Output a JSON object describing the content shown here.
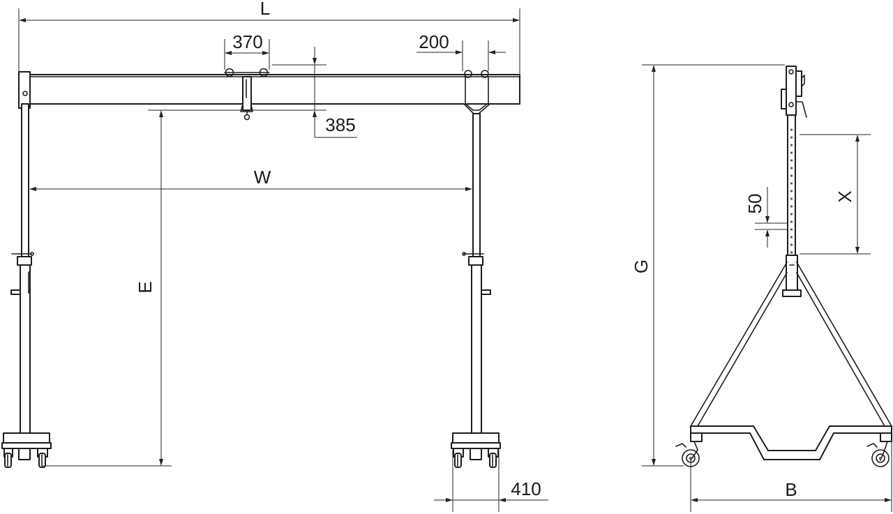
{
  "dimensions": {
    "overall_length": "L",
    "trolley_width": "370",
    "end_offset": "200",
    "beam_depth": "385",
    "span_width": "W",
    "lift_height": "E",
    "base_width": "410",
    "overall_height": "G",
    "height_adjust": "X",
    "hole_pitch": "50",
    "base_depth": "B"
  }
}
